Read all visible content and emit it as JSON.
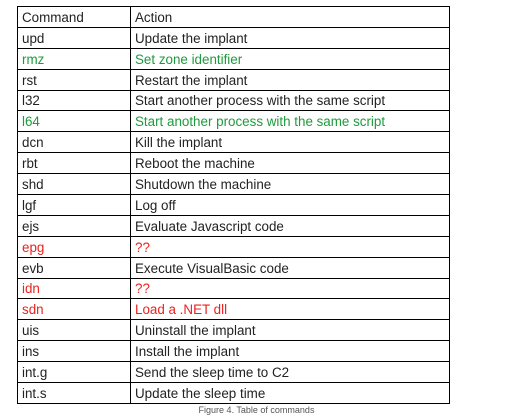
{
  "table": {
    "headers": [
      "Command",
      "Action"
    ],
    "rows": [
      {
        "command": "upd",
        "action": "Update the implant",
        "highlight": "none"
      },
      {
        "command": "rmz",
        "action": "Set zone identifier",
        "highlight": "green"
      },
      {
        "command": "rst",
        "action": "Restart the implant",
        "highlight": "none"
      },
      {
        "command": "l32",
        "action": "Start another process with the same script",
        "highlight": "none"
      },
      {
        "command": "l64",
        "action": "Start another process with the same script",
        "highlight": "green"
      },
      {
        "command": "dcn",
        "action": "Kill the implant",
        "highlight": "none"
      },
      {
        "command": "rbt",
        "action": "Reboot the machine",
        "highlight": "none"
      },
      {
        "command": "shd",
        "action": "Shutdown the machine",
        "highlight": "none"
      },
      {
        "command": "lgf",
        "action": "Log off",
        "highlight": "none"
      },
      {
        "command": "ejs",
        "action": "Evaluate Javascript code",
        "highlight": "none"
      },
      {
        "command": "epg",
        "action": "??",
        "highlight": "red"
      },
      {
        "command": "evb",
        "action": "Execute VisualBasic code",
        "highlight": "none"
      },
      {
        "command": "idn",
        "action": "??",
        "highlight": "red"
      },
      {
        "command": "sdn",
        "action": "Load a .NET dll",
        "highlight": "red"
      },
      {
        "command": "uis",
        "action": "Uninstall the implant",
        "highlight": "none"
      },
      {
        "command": "ins",
        "action": "Install the implant",
        "highlight": "none"
      },
      {
        "command": "int.g",
        "action": "Send the sleep time to C2",
        "highlight": "none"
      },
      {
        "command": "int.s",
        "action": "Update the sleep time",
        "highlight": "none"
      }
    ]
  },
  "caption": "Figure 4. Table of commands",
  "colors": {
    "text": "#222222",
    "green": "#1e9a3c",
    "red": "#e8231f",
    "border": "#000000"
  }
}
